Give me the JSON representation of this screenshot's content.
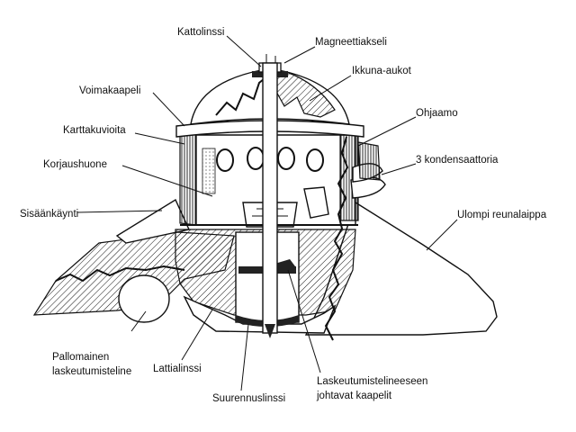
{
  "diagram": {
    "labels": {
      "kattolinssi": "Kattolinssi",
      "magneettiakseli": "Magneettiakseli",
      "ikkuna_aukot": "Ikkuna-aukot",
      "voimakaapeli": "Voimakaapeli",
      "ohjaamo": "Ohjaamo",
      "karttakuvioita": "Karttakuvioita",
      "kondensaattoria": "3 kondensaattoria",
      "korjaushuone": "Korjaushuone",
      "sisaankaynti": "Sisäänkäynti",
      "ulompi_reunalaippa": "Ulompi reunalaippa",
      "pallomainen_1": "Pallomainen",
      "pallomainen_2": "laskeutumisteline",
      "lattialinssi": "Lattialinssi",
      "suurennuslinssi": "Suurennuslinssi",
      "laskeutumis_1": "Laskeutumistelineeseen",
      "laskeutumis_2": "johtavat kaapelit"
    }
  }
}
